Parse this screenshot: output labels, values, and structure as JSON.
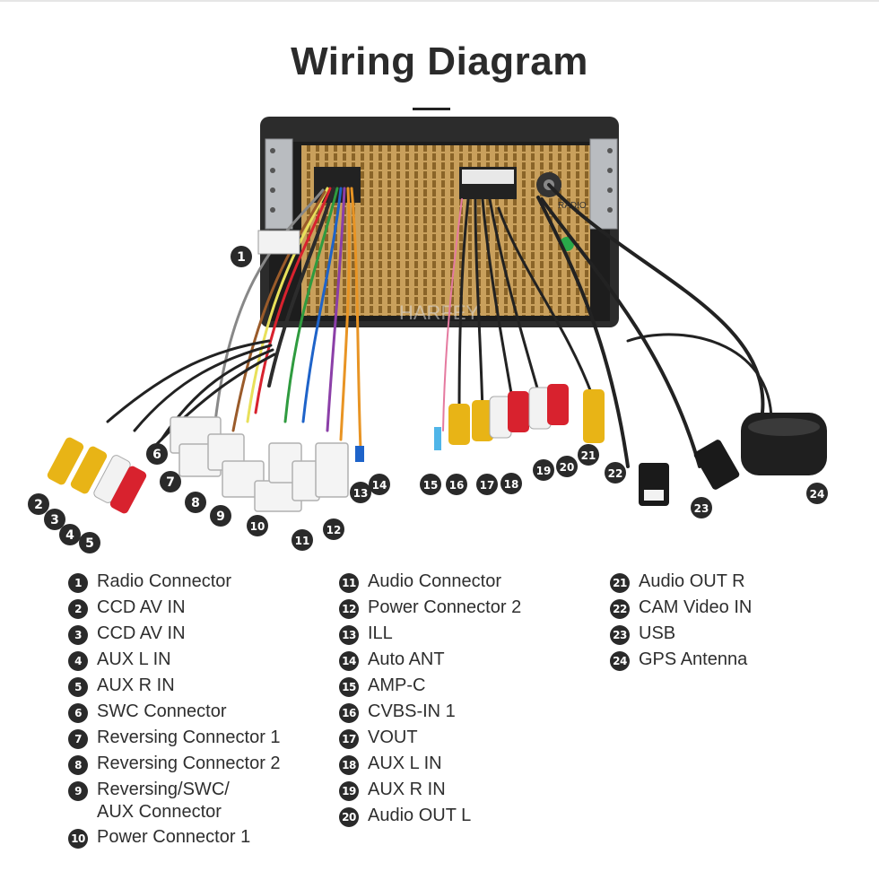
{
  "title": "Wiring Diagram",
  "watermark": "HARFEY",
  "radio_label": "RADIO",
  "colors": {
    "badge": "#2a2a2a",
    "unit_back": "#c9a05c",
    "frame": "#2c2c2c",
    "rca_red": "#d8222e",
    "rca_yellow": "#e8b416",
    "rca_white": "#f2f2f2"
  },
  "callouts": [
    {
      "id": 1,
      "label": "1"
    },
    {
      "id": 2,
      "label": "2"
    },
    {
      "id": 3,
      "label": "3"
    },
    {
      "id": 4,
      "label": "4"
    },
    {
      "id": 5,
      "label": "5"
    },
    {
      "id": 6,
      "label": "6"
    },
    {
      "id": 7,
      "label": "7"
    },
    {
      "id": 8,
      "label": "8"
    },
    {
      "id": 9,
      "label": "9"
    },
    {
      "id": 10,
      "label": "10"
    },
    {
      "id": 11,
      "label": "11"
    },
    {
      "id": 12,
      "label": "12"
    },
    {
      "id": 13,
      "label": "13"
    },
    {
      "id": 14,
      "label": "14"
    },
    {
      "id": 15,
      "label": "15"
    },
    {
      "id": 16,
      "label": "16"
    },
    {
      "id": 17,
      "label": "17"
    },
    {
      "id": 18,
      "label": "18"
    },
    {
      "id": 19,
      "label": "19"
    },
    {
      "id": 20,
      "label": "20"
    },
    {
      "id": 21,
      "label": "21"
    },
    {
      "id": 22,
      "label": "22"
    },
    {
      "id": 23,
      "label": "23"
    },
    {
      "id": 24,
      "label": "24"
    }
  ],
  "legend": {
    "col1": [
      {
        "num": "1",
        "text": "Radio Connector"
      },
      {
        "num": "2",
        "text": "CCD AV IN"
      },
      {
        "num": "3",
        "text": "CCD AV IN"
      },
      {
        "num": "4",
        "text": "AUX L IN"
      },
      {
        "num": "5",
        "text": "AUX R IN"
      },
      {
        "num": "6",
        "text": "SWC Connector"
      },
      {
        "num": "7",
        "text": "Reversing Connector 1"
      },
      {
        "num": "8",
        "text": "Reversing Connector 2"
      },
      {
        "num": "9",
        "text": "Reversing/SWC/\nAUX Connector"
      },
      {
        "num": "10",
        "text": "Power Connector 1"
      }
    ],
    "col2": [
      {
        "num": "11",
        "text": "Audio Connector"
      },
      {
        "num": "12",
        "text": "Power Connector 2"
      },
      {
        "num": "13",
        "text": "ILL"
      },
      {
        "num": "14",
        "text": "Auto ANT"
      },
      {
        "num": "15",
        "text": "AMP-C"
      },
      {
        "num": "16",
        "text": "CVBS-IN 1"
      },
      {
        "num": "17",
        "text": "VOUT"
      },
      {
        "num": "18",
        "text": "AUX L IN"
      },
      {
        "num": "19",
        "text": "AUX R IN"
      },
      {
        "num": "20",
        "text": "Audio OUT L"
      }
    ],
    "col3": [
      {
        "num": "21",
        "text": "Audio OUT R"
      },
      {
        "num": "22",
        "text": "CAM Video IN"
      },
      {
        "num": "23",
        "text": "USB"
      },
      {
        "num": "24",
        "text": "GPS Antenna"
      }
    ]
  }
}
